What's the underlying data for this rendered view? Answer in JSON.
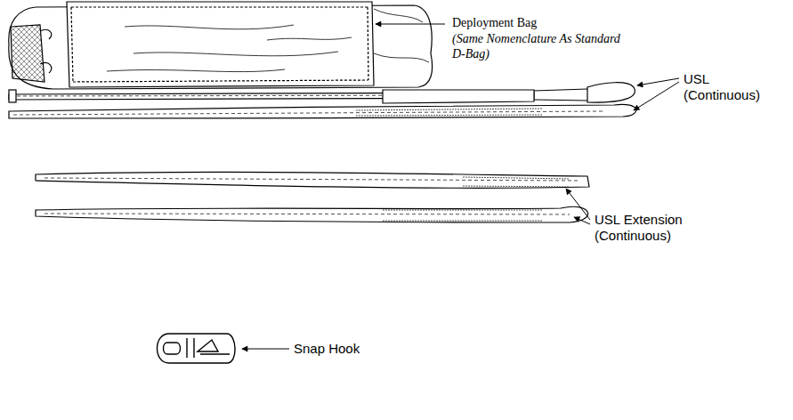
{
  "diagram": {
    "labels": [
      "Deployment Bag",
      "(Same Nomenclature As Standard D-Bag)",
      "USL (Continuous)",
      "USL Extension (Continuous)",
      "Snap Hook"
    ]
  }
}
